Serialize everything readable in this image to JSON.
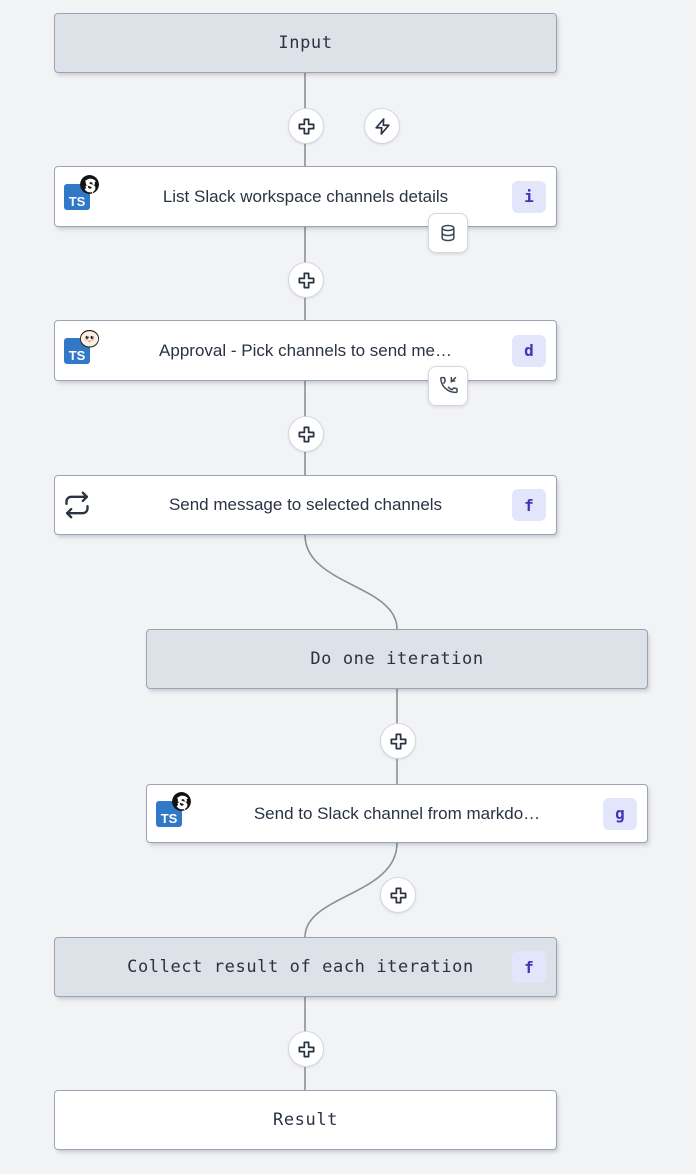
{
  "canvas": {
    "background_color": "#f2f3f5",
    "edge_color": "#8a8f98",
    "shell_fill": "#dde2e9",
    "shell_border": "#9aa4b2",
    "badge_fill": "#e3e5fb",
    "badge_text_color": "#3f34b8",
    "ts_logo_color": "#3178c6"
  },
  "nodes": [
    {
      "id": "input",
      "kind": "shell",
      "label": "Input"
    },
    {
      "id": "list-slack-channels",
      "kind": "step",
      "label": "List Slack workspace channels details",
      "badge": "i",
      "language_icon": "typescript-icon",
      "runtime_icon": "deno-icon",
      "chip_icon": "database-icon"
    },
    {
      "id": "approval-pick-channels",
      "kind": "step",
      "label": "Approval - Pick channels to send me…",
      "badge": "d",
      "language_icon": "typescript-icon",
      "runtime_icon": "bun-icon",
      "chip_icon": "phone-incoming-icon"
    },
    {
      "id": "send-message-selected-channels",
      "kind": "step",
      "label": "Send message to selected channels",
      "badge": "f",
      "language_icon": "forloop-icon"
    },
    {
      "id": "do-one-iteration",
      "kind": "shell",
      "label": "Do one iteration"
    },
    {
      "id": "send-to-slack-from-markdown",
      "kind": "step",
      "label": "Send to Slack channel from markdo…",
      "badge": "g",
      "language_icon": "typescript-icon",
      "runtime_icon": "deno-icon"
    },
    {
      "id": "collect-result",
      "kind": "shell",
      "label": "Collect result of each iteration",
      "badge": "f"
    },
    {
      "id": "result",
      "kind": "plain",
      "label": "Result"
    }
  ],
  "handles": [
    {
      "id": "add-after-input",
      "icon": "plus-icon"
    },
    {
      "id": "trigger-after-input",
      "icon": "lightning-icon"
    },
    {
      "id": "add-after-list-channels",
      "icon": "plus-icon"
    },
    {
      "id": "add-after-approval",
      "icon": "plus-icon"
    },
    {
      "id": "add-after-do-one-iteration",
      "icon": "plus-icon"
    },
    {
      "id": "add-after-send-to-slack",
      "icon": "plus-icon"
    },
    {
      "id": "add-after-collect-result",
      "icon": "plus-icon"
    }
  ]
}
